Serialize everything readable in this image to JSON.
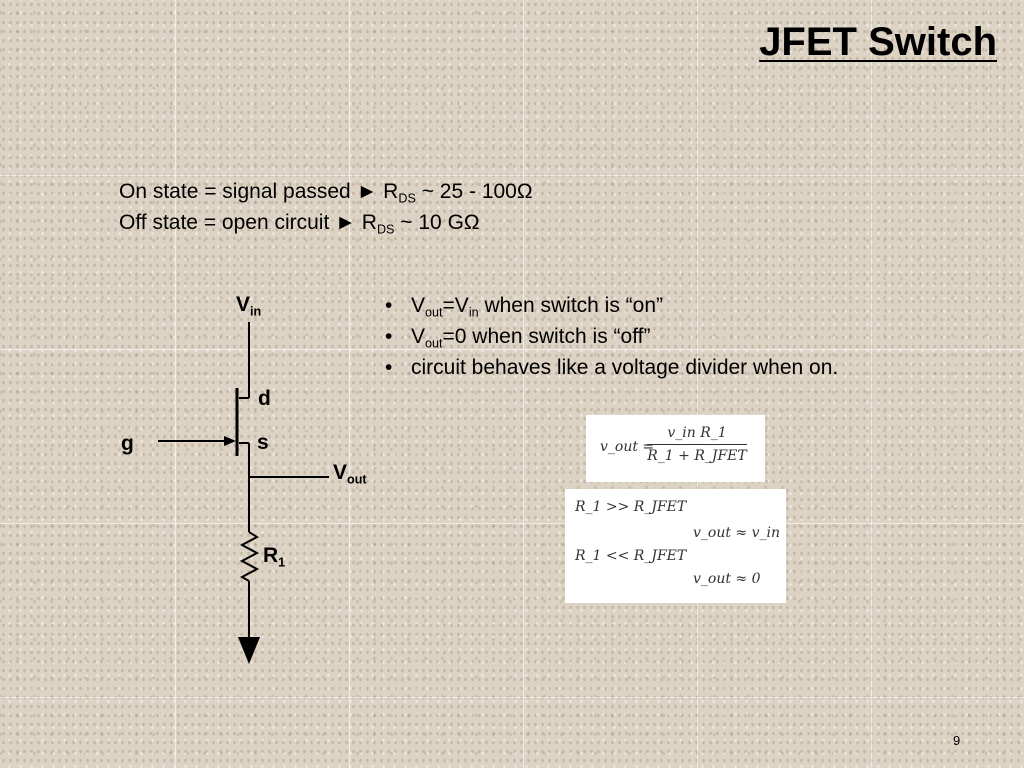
{
  "slide": {
    "title": "JFET Switch",
    "page_number": "9",
    "states": [
      {
        "text": "On state = signal passed ► R",
        "sub": "DS",
        "value": " ~ 25 - 100Ω"
      },
      {
        "text": "Off state = open circuit ► R",
        "sub": "DS",
        "value": " ~ 10 GΩ"
      }
    ],
    "bullets": [
      {
        "a": "V",
        "a_sub": "out",
        "b": "=V",
        "b_sub": "in",
        "c": " when switch is “on”"
      },
      {
        "a": "V",
        "a_sub": "out",
        "b": "=0 when switch is “off”"
      },
      {
        "a": "circuit behaves like a voltage divider when on."
      }
    ]
  },
  "circuit": {
    "vin": {
      "main": "V",
      "sub": "in"
    },
    "drain": "d",
    "source": "s",
    "gate": "g",
    "vout": {
      "main": "V",
      "sub": "out"
    },
    "resistor": {
      "main": "R",
      "sub": "1"
    }
  },
  "equations": {
    "eq1": {
      "lhs": "v_out =",
      "numerator": "v_in R_1",
      "denominator": "R_1 + R_JFET"
    },
    "eq2": {
      "cond1": "R_1 >> R_JFET",
      "result1": "v_out ≈  v_in",
      "cond2": "R_1 << R_JFET",
      "result2": "v_out ≈  0"
    }
  }
}
